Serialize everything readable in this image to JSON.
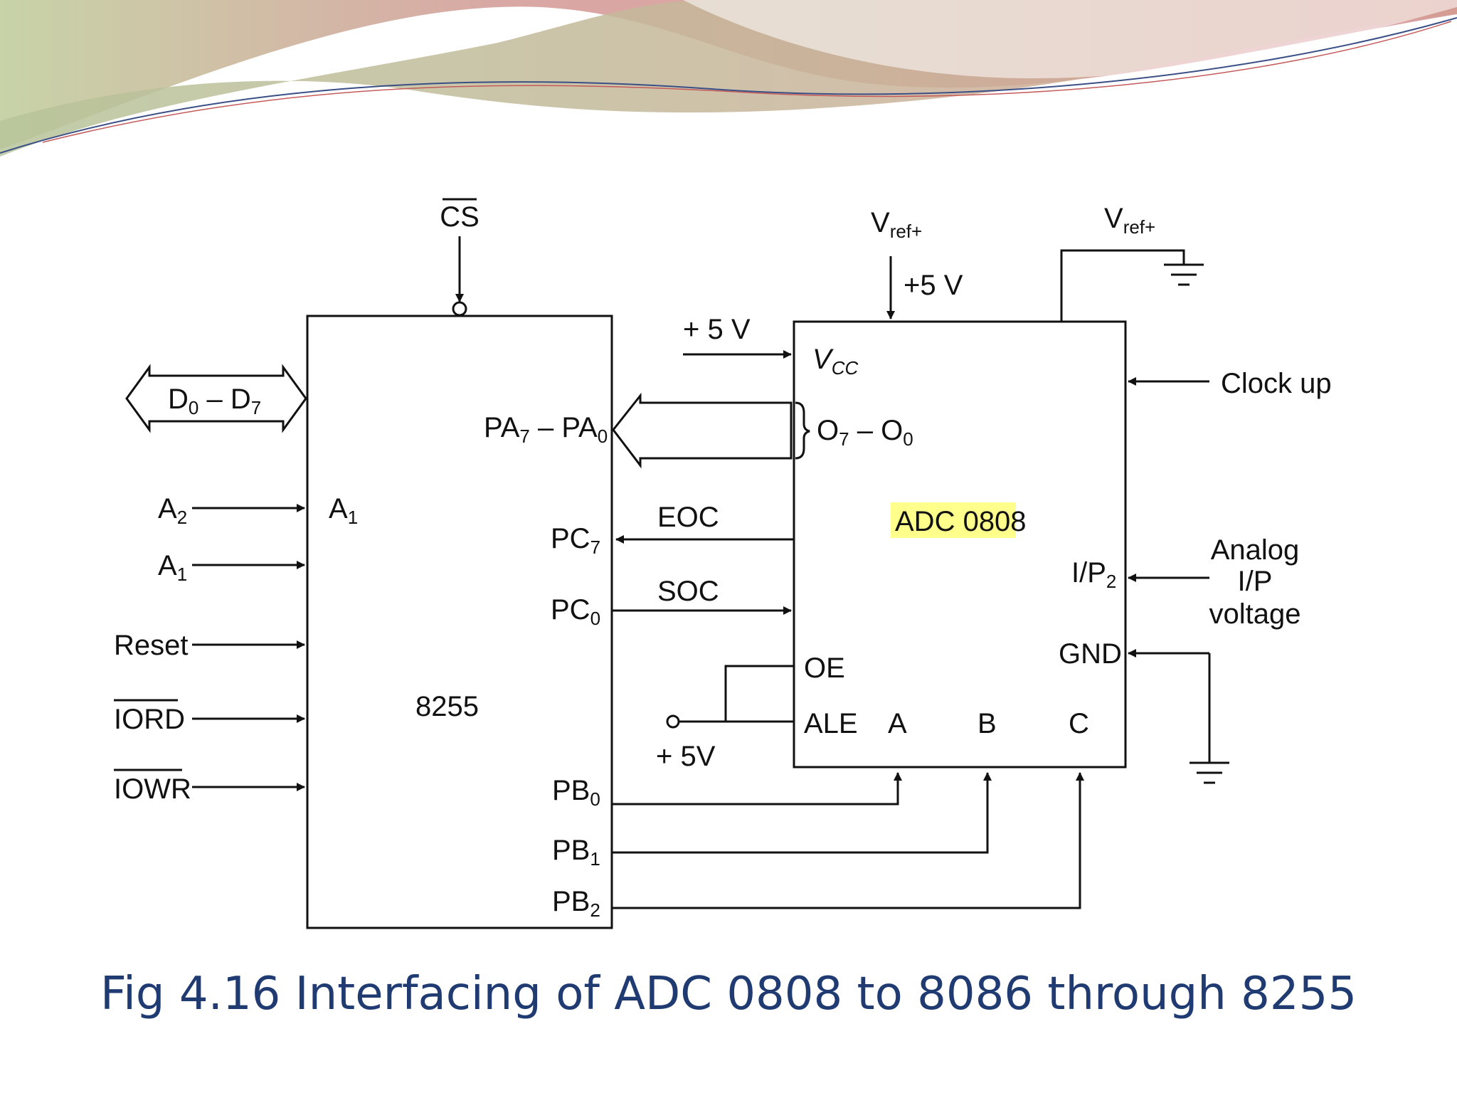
{
  "slide": {
    "caption": "Fig 4.16 Interfacing of ADC 0808 to 8086 through 8255",
    "decor_colors": {
      "pink": "#d9a0a0",
      "green": "#b7c49a",
      "caption": "#1f3b72"
    }
  },
  "diagram": {
    "chip_8255": {
      "name": "8255",
      "chip_select": "CS",
      "pins_left": {
        "a1": "A",
        "a1_sub": "1"
      },
      "pins_right": {
        "port_a": "PA",
        "port_a_sub_hi": "7",
        "port_a_sep": " – PA",
        "port_a_sub_lo": "0",
        "pc7": "PC",
        "pc7_sub": "7",
        "pc0": "PC",
        "pc0_sub": "0",
        "pb0": "PB",
        "pb0_sub": "0",
        "pb1": "PB",
        "pb1_sub": "1",
        "pb2": "PB",
        "pb2_sub": "2"
      }
    },
    "adc_0808": {
      "name": "ADC 0808",
      "name_highlight": "#ffff66",
      "vcc": "V",
      "vcc_sub": "CC",
      "outputs": "O",
      "outputs_sub_hi": "7",
      "outputs_sep": " – O",
      "outputs_sub_lo": "0",
      "oe": "OE",
      "ale": "ALE",
      "addr_a": "A",
      "addr_b": "B",
      "addr_c": "C",
      "ip2": "I/P",
      "ip2_sub": "2",
      "gnd": "GND"
    },
    "signals": {
      "data_bus": "D",
      "data_bus_sub_lo": "0",
      "data_bus_sep": " – D",
      "data_bus_sub_hi": "7",
      "a2": "A",
      "a2_sub": "2",
      "a1": "A",
      "a1_sub": "1",
      "reset": "Reset",
      "iord": "IORD",
      "iowr": "IOWR",
      "eoc": "EOC",
      "soc": "SOC",
      "plus5v_vcc": "+ 5 V",
      "plus5v_ref": "+5 V",
      "plus5v_ale": "+ 5V",
      "vref_plus_1": "V",
      "vref_plus_1_sub": "ref+",
      "vref_plus_2": "V",
      "vref_plus_2_sub": "ref+",
      "clock": "Clock up",
      "analog_line1": "Analog",
      "analog_line2": "I/P",
      "analog_line3": "voltage"
    }
  }
}
